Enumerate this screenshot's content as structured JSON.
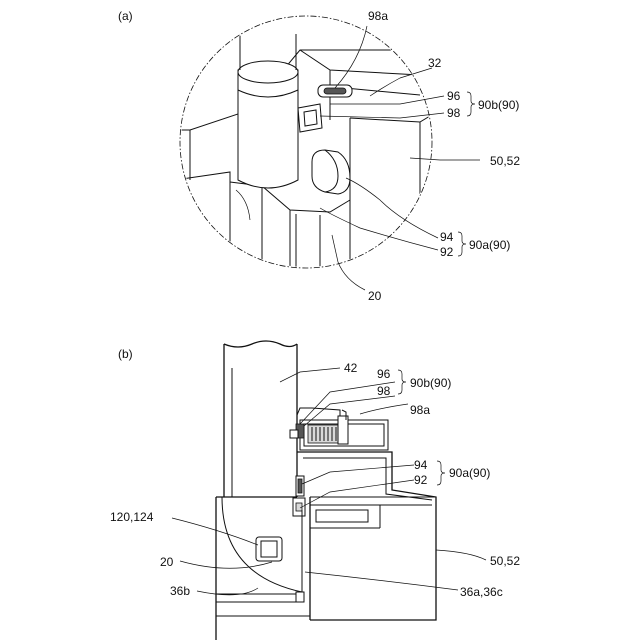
{
  "figure_a": {
    "panel_label": "(a)",
    "labels": {
      "l98a": "98a",
      "l32": "32",
      "l96": "96",
      "l98": "98",
      "l90b": "90b(90)",
      "l5052": "50,52",
      "l94": "94",
      "l92": "92",
      "l90a": "90a(90)",
      "l20": "20"
    }
  },
  "figure_b": {
    "panel_label": "(b)",
    "labels": {
      "l42": "42",
      "l96": "96",
      "l98": "98",
      "l90b": "90b(90)",
      "l98a": "98a",
      "l94": "94",
      "l92": "92",
      "l90a": "90a(90)",
      "l120": "120,124",
      "l20": "20",
      "l36b": "36b",
      "l5052": "50,52",
      "l36a": "36a,36c"
    }
  }
}
